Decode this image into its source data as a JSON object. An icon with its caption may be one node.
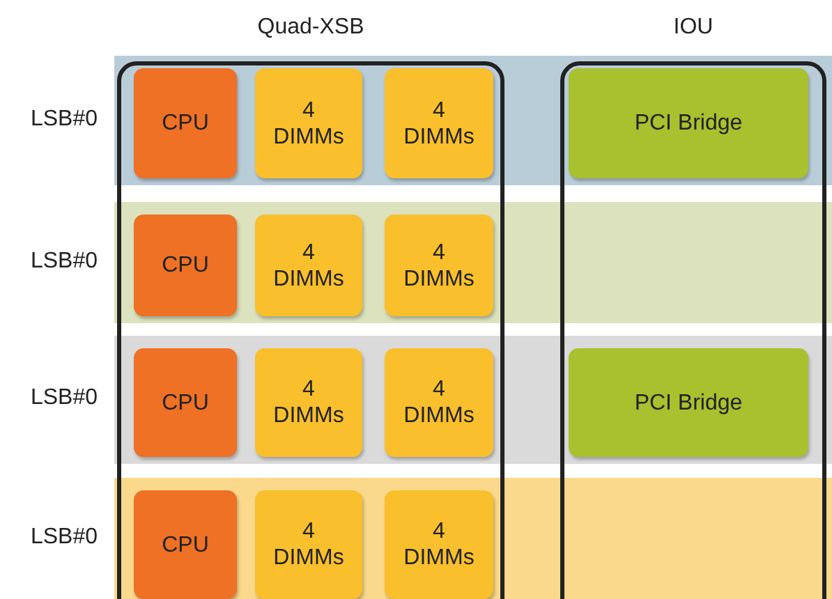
{
  "diagram": {
    "nodes": [
      {
        "text": [
          "Quad-XSB"
        ]
      },
      {
        "text": [
          "IOU"
        ]
      },
      {
        "text": [
          "LSB#0"
        ]
      },
      {
        "text": [
          "CPU"
        ]
      },
      {
        "text": [
          "4 DIMMs"
        ]
      },
      {
        "text": [
          "4 DIMMs"
        ]
      },
      {
        "text": [
          "PCI Bridge"
        ]
      },
      {
        "text": [
          "LSB#0"
        ]
      },
      {
        "text": [
          "CPU"
        ]
      },
      {
        "text": [
          "4 DIMMs"
        ]
      },
      {
        "text": [
          "4 DIMMs"
        ]
      },
      {
        "text": [
          "LSB#0"
        ]
      },
      {
        "text": [
          "CPU"
        ]
      },
      {
        "text": [
          "4 DIMMs"
        ]
      },
      {
        "text": [
          "4 DIMMs"
        ]
      },
      {
        "text": [
          "PCI Bridge"
        ]
      },
      {
        "text": [
          "LSB#0"
        ]
      },
      {
        "text": [
          "CPU"
        ]
      },
      {
        "text": [
          "4 DIMMs"
        ]
      },
      {
        "text": [
          "4 DIMMs"
        ]
      }
    ]
  }
}
